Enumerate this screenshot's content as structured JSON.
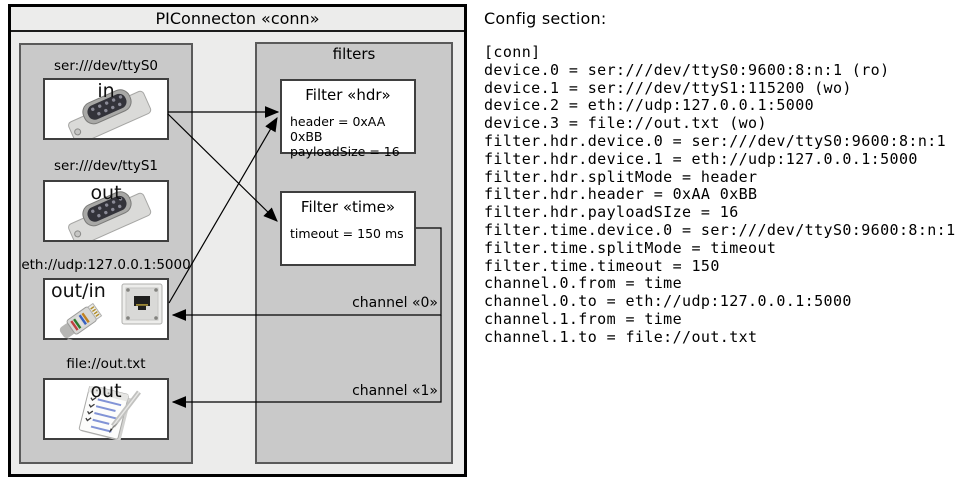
{
  "diagram": {
    "title": "PIConnecton «conn»",
    "devices": [
      {
        "label": "ser:///dev/ttyS0",
        "port": "in",
        "icon": "serial-connector-icon"
      },
      {
        "label": "ser:///dev/ttyS1",
        "port": "out",
        "icon": "serial-connector-icon"
      },
      {
        "label": "eth://udp:127.0.0.1:5000",
        "port": "out/in",
        "icon": "ethernet-plug-icon"
      },
      {
        "label": "file://out.txt",
        "port": "out",
        "icon": "notepad-pen-icon"
      }
    ],
    "filters_title": "filters",
    "filters": [
      {
        "title": "Filter «hdr»",
        "params": [
          "header = 0xAA 0xBB",
          "payloadSize = 16"
        ]
      },
      {
        "title": "Filter «time»",
        "params": [
          "timeout = 150 ms"
        ]
      }
    ],
    "channels": [
      {
        "label": "channel «0»"
      },
      {
        "label": "channel «1»"
      }
    ]
  },
  "config": {
    "heading": "Config section:",
    "lines": [
      "[conn]",
      "device.0 = ser:///dev/ttyS0:9600:8:n:1 (ro)",
      "device.1 = ser:///dev/ttyS1:115200 (wo)",
      "device.2 = eth://udp:127.0.0.1:5000",
      "device.3 = file://out.txt (wo)",
      "filter.hdr.device.0 = ser:///dev/ttyS0:9600:8:n:1",
      "filter.hdr.device.1 = eth://udp:127.0.0.1:5000",
      "filter.hdr.splitMode = header",
      "filter.hdr.header = 0xAA 0xBB",
      "filter.hdr.payloadSIze = 16",
      "filter.time.device.0 = ser:///dev/ttyS0:9600:8:n:1",
      "filter.time.splitMode = timeout",
      "filter.time.timeout = 150",
      "channel.0.from = time",
      "channel.0.to = eth://udp:127.0.0.1:5000",
      "channel.1.from = time",
      "channel.1.to = file://out.txt"
    ]
  },
  "colors": {
    "frame_bg": "#ececeb",
    "panel_bg": "#c9c9c9",
    "panel_border": "#5a5a5a",
    "box_border": "#3f3f3f",
    "line_color": "#000000"
  }
}
